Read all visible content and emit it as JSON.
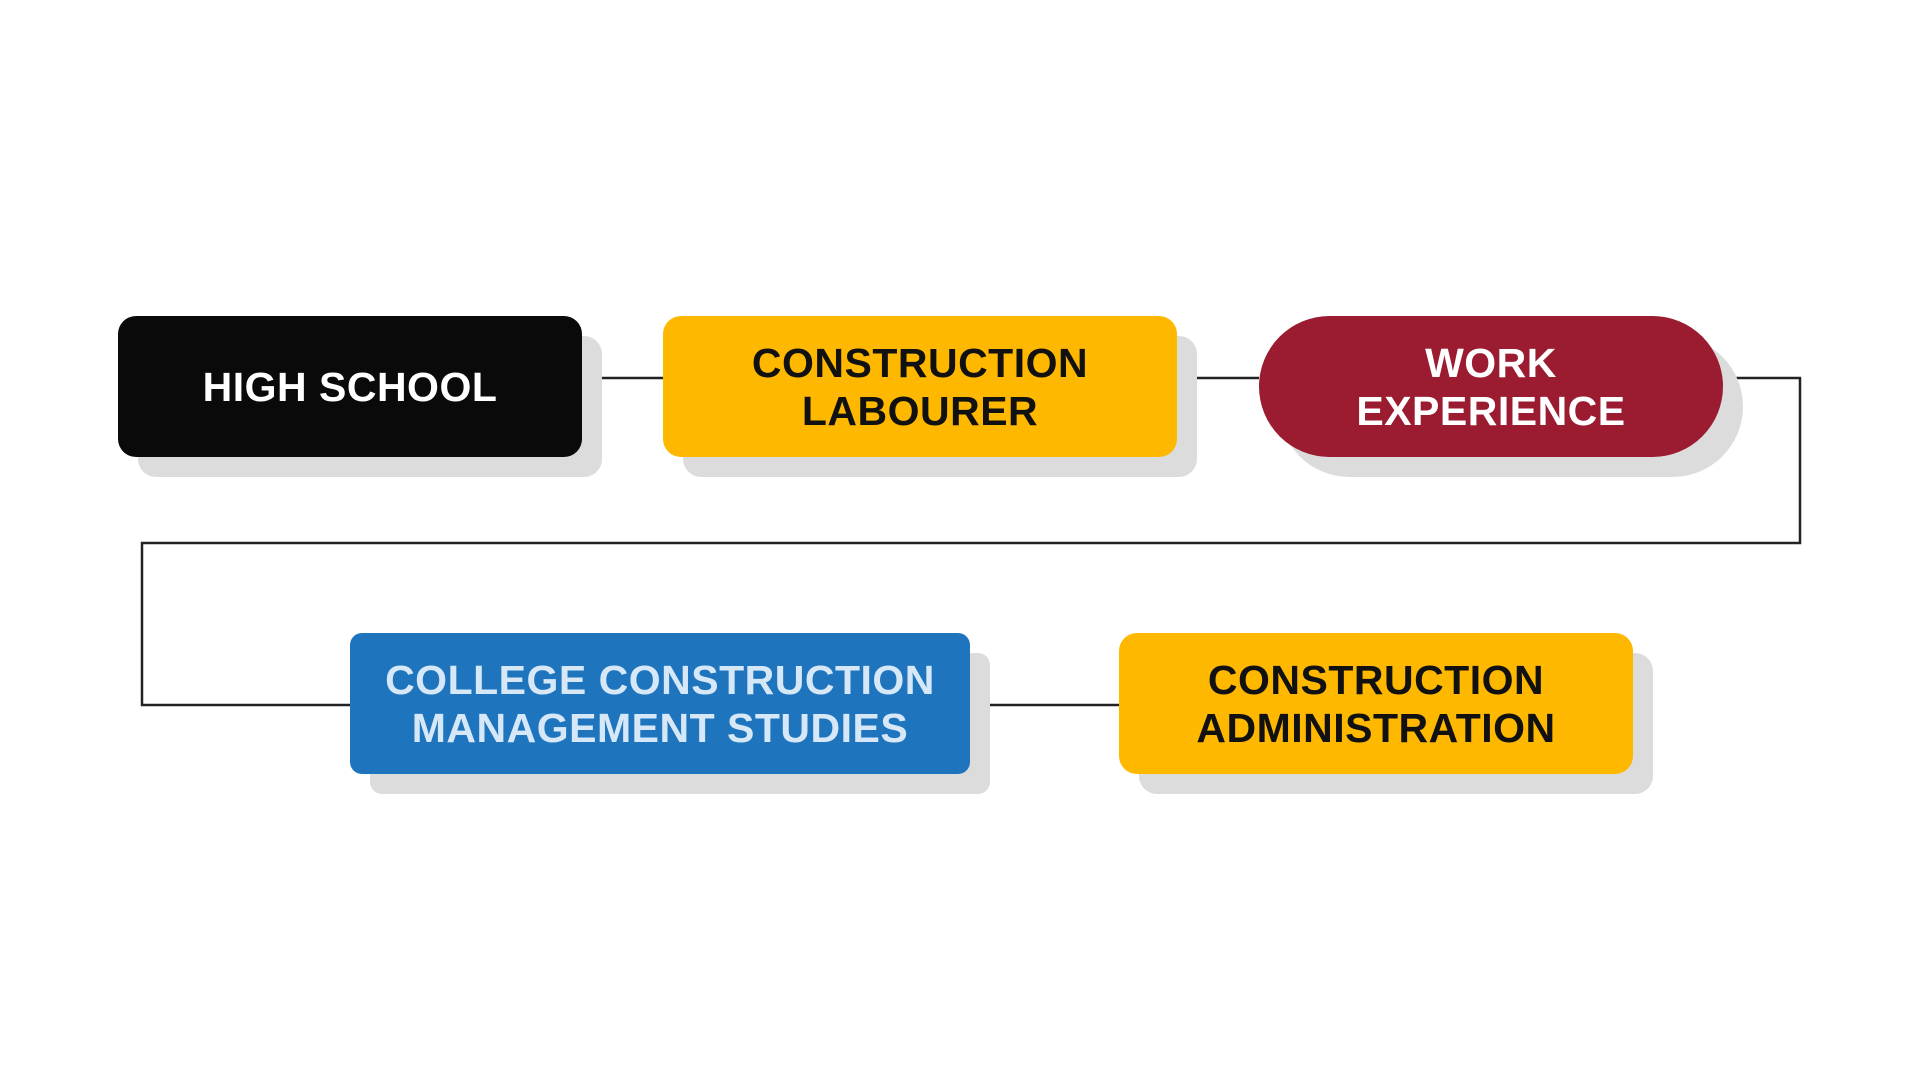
{
  "diagram": {
    "nodes": [
      {
        "id": "high-school",
        "label": "HIGH SCHOOL",
        "fill": "#0a0a0a",
        "text_color": "#ffffff"
      },
      {
        "id": "construction-labourer",
        "label": "CONSTRUCTION\nLABOURER",
        "fill": "#ffb800",
        "text_color": "#111111"
      },
      {
        "id": "work-experience",
        "label": "WORK\nEXPERIENCE",
        "fill": "#9b1b30",
        "text_color": "#ffffff"
      },
      {
        "id": "college-studies",
        "label": "COLLEGE CONSTRUCTION\nMANAGEMENT STUDIES",
        "fill": "#1f75bd",
        "text_color": "#d6e8f7"
      },
      {
        "id": "construction-administration",
        "label": "CONSTRUCTION\nADMINISTRATION",
        "fill": "#ffb800",
        "text_color": "#111111"
      }
    ],
    "edges": [
      {
        "from": "high-school",
        "to": "construction-labourer"
      },
      {
        "from": "construction-labourer",
        "to": "work-experience"
      },
      {
        "from": "work-experience",
        "to": "college-studies"
      },
      {
        "from": "college-studies",
        "to": "construction-administration"
      }
    ],
    "colors": {
      "connector": "#222222",
      "shadow": "#dcdcdc",
      "background": "#ffffff"
    }
  }
}
